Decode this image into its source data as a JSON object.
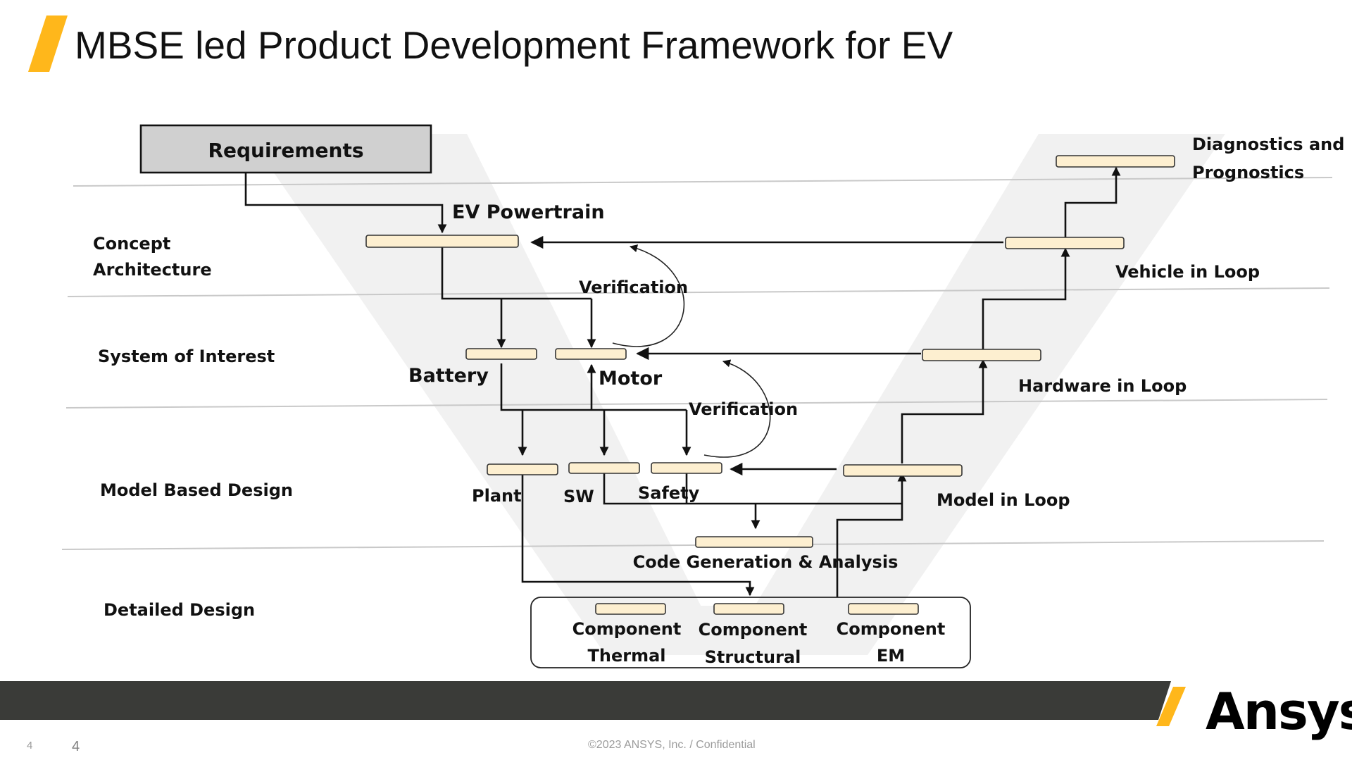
{
  "slide": {
    "title": "MBSE led Product Development Framework for EV",
    "accent_color": "#FFB71B",
    "footer_bar_color": "#3A3B38"
  },
  "stages": [
    {
      "id": "concept",
      "lines": [
        "Concept",
        "Architecture"
      ]
    },
    {
      "id": "system",
      "lines": [
        "System of Interest"
      ]
    },
    {
      "id": "mbd",
      "lines": [
        "Model Based Design"
      ]
    },
    {
      "id": "detailed",
      "lines": [
        "Detailed Design"
      ]
    }
  ],
  "nodes": {
    "requirements": "Requirements",
    "ev_powertrain": "EV Powertrain",
    "battery": "Battery",
    "motor": "Motor",
    "plant": "Plant",
    "sw": "SW",
    "safety": "Safety",
    "code_gen": "Code Generation & Analysis",
    "comp_thermal": [
      "Component",
      "Thermal"
    ],
    "comp_structural": [
      "Component",
      "Structural"
    ],
    "comp_em": [
      "Component",
      "EM"
    ],
    "model_in_loop": "Model in Loop",
    "hardware_in_loop": "Hardware in Loop",
    "vehicle_in_loop": "Vehicle in Loop",
    "diagnostics": [
      "Diagnostics and",
      "Prognostics"
    ]
  },
  "annotations": {
    "verification_1": "Verification",
    "verification_2": "Verification"
  },
  "colors": {
    "bar_fill": "#FDEFD0",
    "requirements_fill": "#D0D0D0",
    "v_shape": "#F1F1F1"
  },
  "footer": {
    "page_number_small": "4",
    "page_number": "4",
    "copyright": "©2023 ANSYS, Inc. / Confidential",
    "logo_text": "Ansys"
  }
}
